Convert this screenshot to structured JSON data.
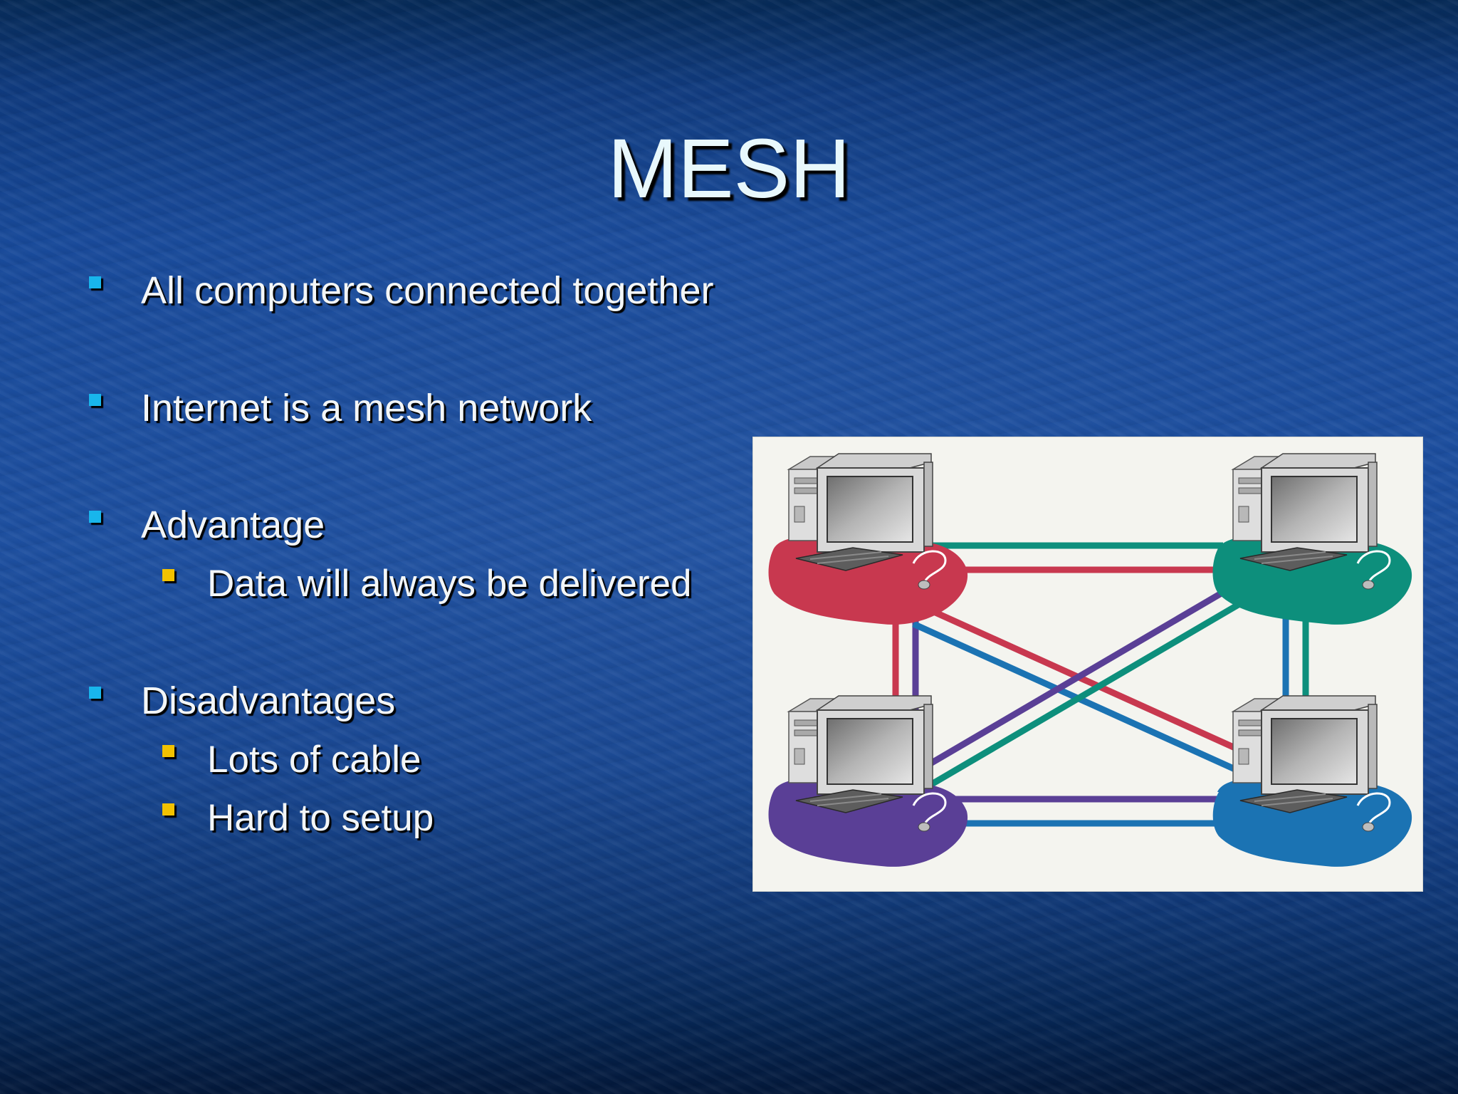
{
  "slide": {
    "title": "MESH",
    "bullets": [
      {
        "text": "All computers connected together",
        "level": 1
      },
      {
        "text": "Internet is a mesh network",
        "level": 1
      },
      {
        "text": "Advantage",
        "level": 1
      },
      {
        "text": "Data will always be delivered",
        "level": 2
      },
      {
        "text": "Disadvantages",
        "level": 1
      },
      {
        "text": "Lots of cable",
        "level": 2
      },
      {
        "text": "Hard to setup",
        "level": 2
      }
    ],
    "bullet_colors": {
      "level1": "#18b6ec",
      "level2": "#f2c200"
    }
  },
  "diagram": {
    "description_icon": "mesh-network-illustration",
    "nodes": [
      {
        "id": "top-left",
        "color": "#c8384f",
        "icon": "desktop-computer-icon"
      },
      {
        "id": "top-right",
        "color": "#0d8f7c",
        "icon": "desktop-computer-icon"
      },
      {
        "id": "bottom-left",
        "color": "#5a3f96",
        "icon": "desktop-computer-icon"
      },
      {
        "id": "bottom-right",
        "color": "#1b73b3",
        "icon": "desktop-computer-icon"
      }
    ]
  }
}
